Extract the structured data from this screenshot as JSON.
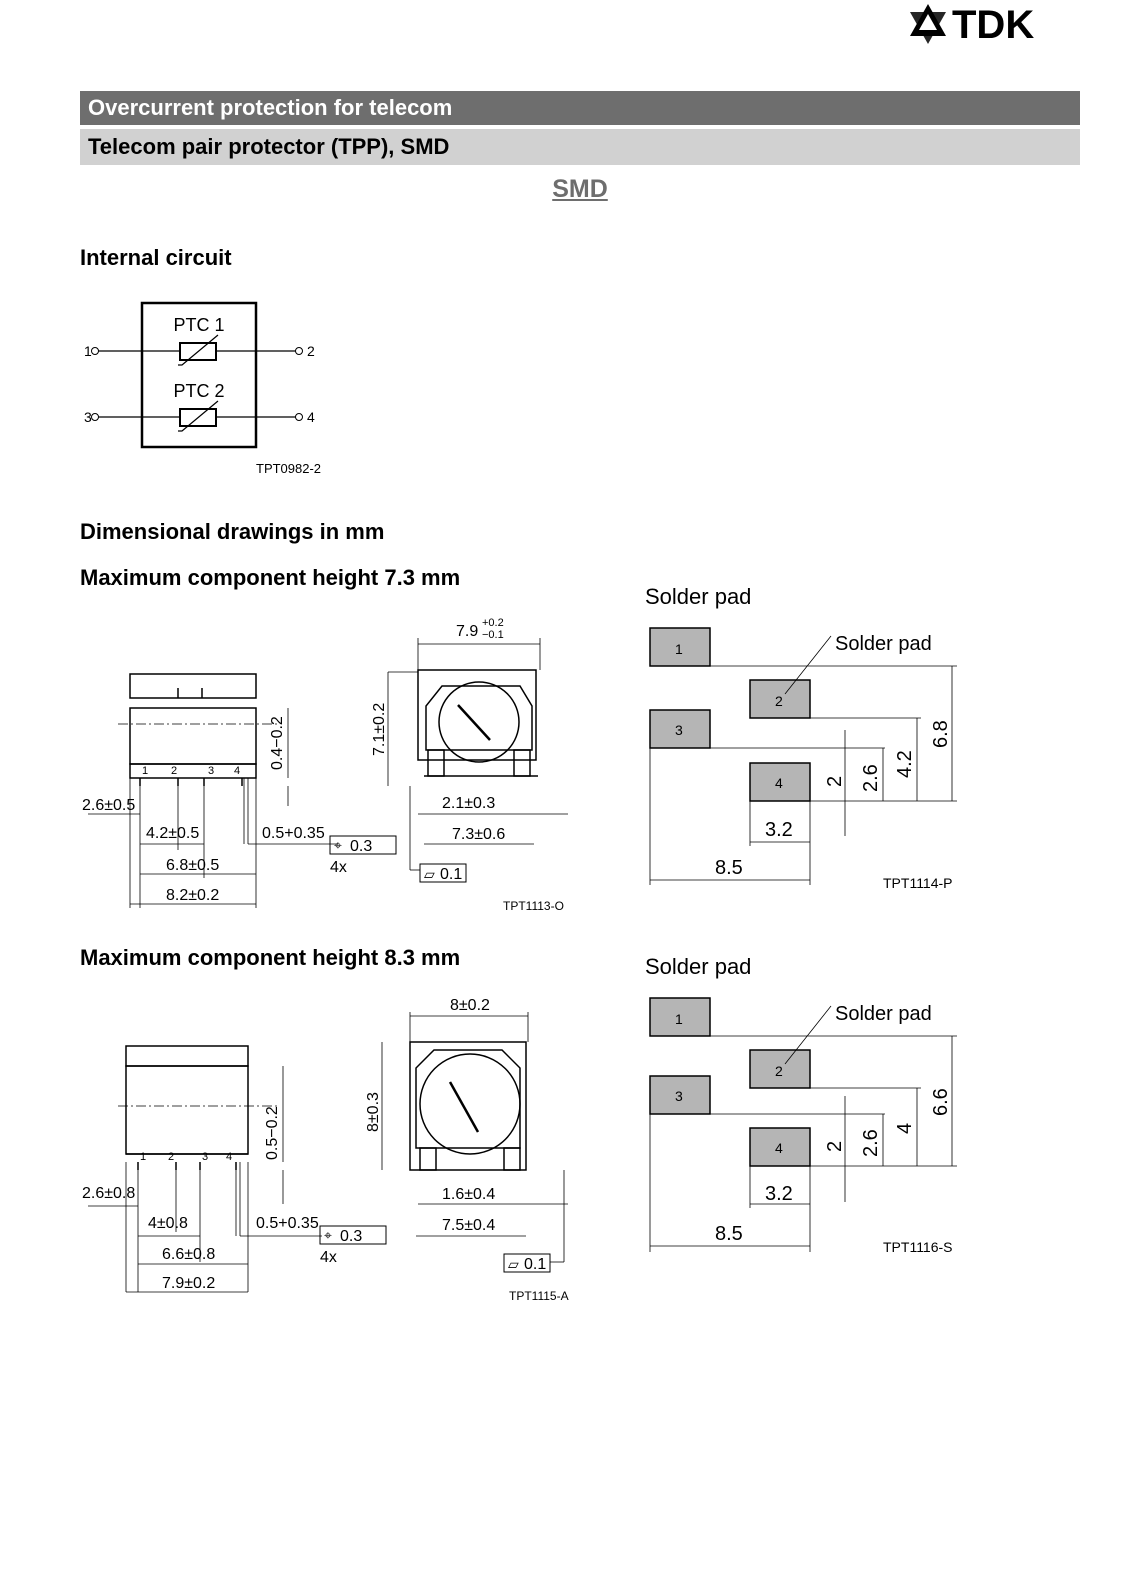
{
  "brand": "TDK",
  "header": {
    "category": "Overcurrent protection for telecom",
    "product": "Telecom pair protector (TPP), SMD",
    "variant": "SMD"
  },
  "sections": {
    "internal_circuit": "Internal circuit",
    "dimensional": "Dimensional drawings in mm",
    "height_73": "Maximum component height 7.3 mm",
    "height_83": "Maximum component height 8.3 mm",
    "solder_pad": "Solder pad"
  },
  "circuit": {
    "ptc1": "PTC 1",
    "ptc2": "PTC 2",
    "pins": [
      "1",
      "2",
      "3",
      "4"
    ],
    "code": "TPT0982-2"
  },
  "drawing1": {
    "dims": {
      "width_top": "7.9",
      "width_tol_plus": "+0.2",
      "width_tol_minus": "−0.1",
      "height": "7.1±0.2",
      "lead_height": "0.4−0.2",
      "offset": "2.6±0.5",
      "pitch1": "4.2±0.5",
      "pitch2": "6.8±0.5",
      "length": "8.2±0.2",
      "lead": "0.5+0.35",
      "position_tol": "0.3",
      "count": "4x",
      "side_a": "2.1±0.3",
      "side_b": "7.3±0.6",
      "flatness": "0.1"
    },
    "code": "TPT1113-O"
  },
  "pad1": {
    "label": "Solder pad",
    "pads": [
      "1",
      "2",
      "3",
      "4"
    ],
    "dims": {
      "v2": "2",
      "v26": "2.6",
      "v42": "4.2",
      "v68": "6.8",
      "h32": "3.2",
      "h85": "8.5"
    },
    "code": "TPT1114-P"
  },
  "drawing2": {
    "dims": {
      "width_top": "8±0.2",
      "height": "8±0.3",
      "lead_height": "0.5−0.2",
      "offset": "2.6±0.8",
      "pitch1": "4±0.8",
      "pitch2": "6.6±0.8",
      "length": "7.9±0.2",
      "lead": "0.5+0.35",
      "position_tol": "0.3",
      "count": "4x",
      "side_a": "1.6±0.4",
      "side_b": "7.5±0.4",
      "flatness": "0.1"
    },
    "code": "TPT1115-A"
  },
  "pad2": {
    "label": "Solder pad",
    "pads": [
      "1",
      "2",
      "3",
      "4"
    ],
    "dims": {
      "v2": "2",
      "v26": "2.6",
      "v4": "4",
      "v66": "6.6",
      "h32": "3.2",
      "h85": "8.5"
    },
    "code": "TPT1116-S"
  }
}
